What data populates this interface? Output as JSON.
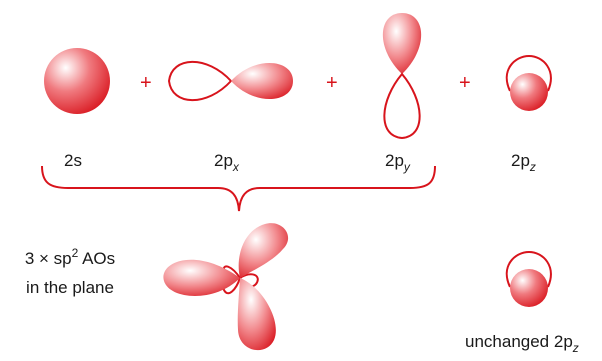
{
  "colors": {
    "accent": "#d8141c",
    "fill_light": "#ffffff",
    "fill_mid": "#f07a7f",
    "fill_dark": "#d8141c",
    "text": "#1a1a1a"
  },
  "operator": "+",
  "orbitals": [
    {
      "id": "2s",
      "base": "2s",
      "sub": ""
    },
    {
      "id": "2px",
      "base": "2p",
      "sub": "x"
    },
    {
      "id": "2py",
      "base": "2p",
      "sub": "y"
    },
    {
      "id": "2pz",
      "base": "2p",
      "sub": "z"
    }
  ],
  "result": {
    "line1_pre": "3 × sp",
    "line1_sup": "2",
    "line1_post": " AOs",
    "line2": "in the plane",
    "unchanged_base": "unchanged 2p",
    "unchanged_sub": "z"
  }
}
